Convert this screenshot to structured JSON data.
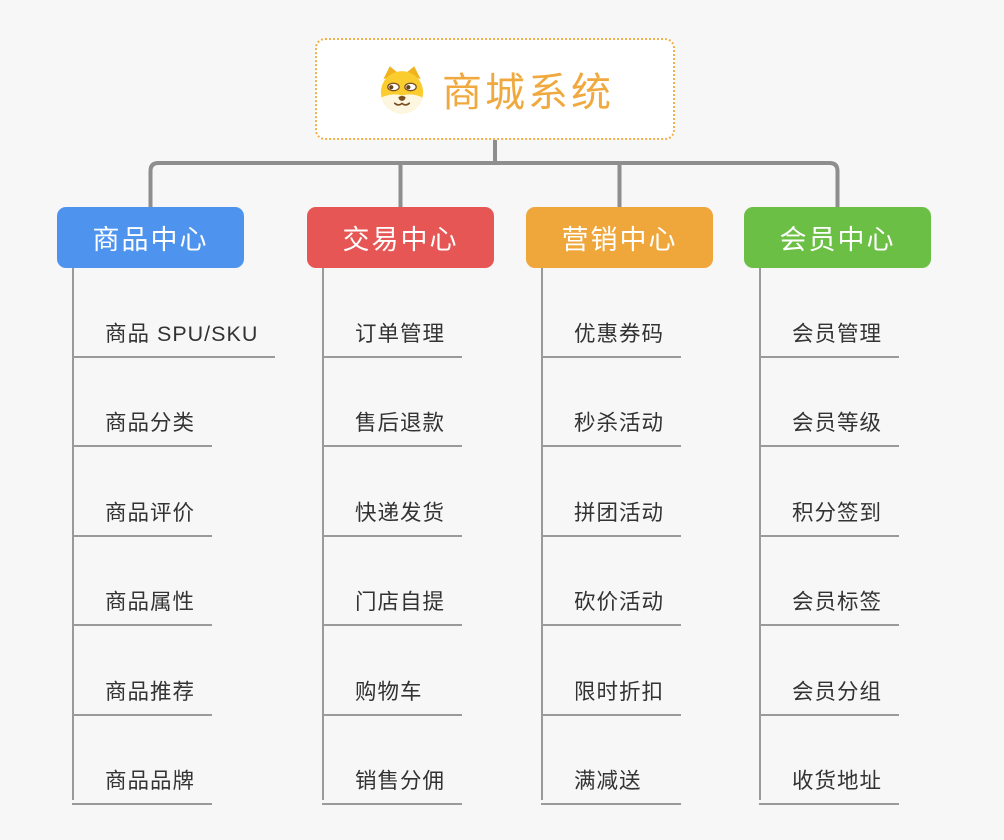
{
  "page": {
    "background_color": "#F7F7F7",
    "connector_color": "#8E8E8E",
    "leaf_line_color": "#9A9A9A"
  },
  "root": {
    "title": "商城系统",
    "icon": "dog-face-icon",
    "text_color": "#F0A93E",
    "border_color": "#F2B04A",
    "background_color": "#FFFFFF"
  },
  "branches": [
    {
      "label": "商品中心",
      "color": "#4E94EE",
      "children": [
        "商品 SPU/SKU",
        "商品分类",
        "商品评价",
        "商品属性",
        "商品推荐",
        "商品品牌"
      ]
    },
    {
      "label": "交易中心",
      "color": "#E65654",
      "children": [
        "订单管理",
        "售后退款",
        "快递发货",
        "门店自提",
        "购物车",
        "销售分佣"
      ]
    },
    {
      "label": "营销中心",
      "color": "#EFA73C",
      "children": [
        "优惠券码",
        "秒杀活动",
        "拼团活动",
        "砍价活动",
        "限时折扣",
        "满减送"
      ]
    },
    {
      "label": "会员中心",
      "color": "#6CBF45",
      "children": [
        "会员管理",
        "会员等级",
        "积分签到",
        "会员标签",
        "会员分组",
        "收货地址"
      ]
    }
  ]
}
